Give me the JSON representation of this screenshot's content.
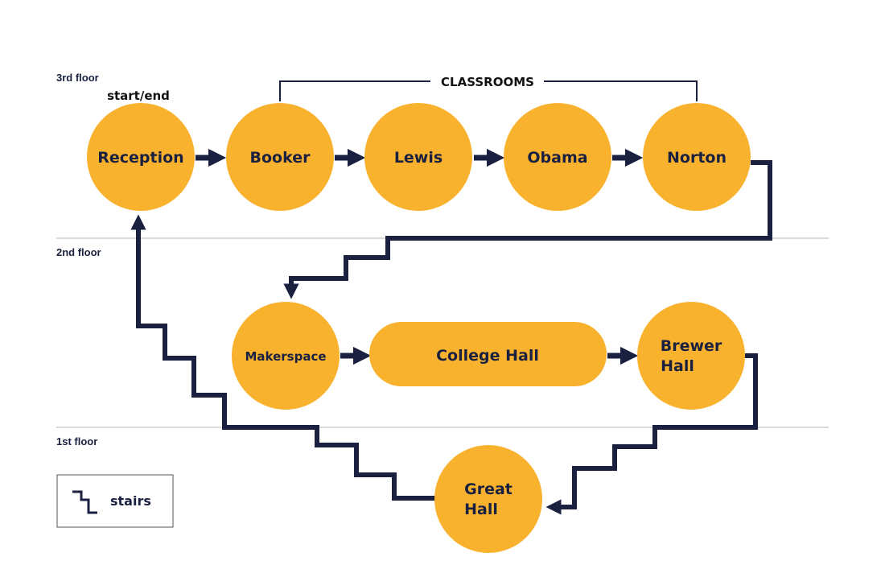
{
  "floors": {
    "third": "3rd floor",
    "second": "2nd floor",
    "first": "1st floor"
  },
  "start_end_label": "start/end",
  "group_label": "CLASSROOMS",
  "nodes": {
    "reception": "Reception",
    "booker": "Booker",
    "lewis": "Lewis",
    "obama": "Obama",
    "norton": "Norton",
    "makerspace": "Makerspace",
    "college_hall": "College Hall",
    "brewer_hall_line1": "Brewer",
    "brewer_hall_line2": "Hall",
    "great_hall_line1": "Great",
    "great_hall_line2": "Hall"
  },
  "legend": {
    "stairs_label": "stairs",
    "stairs_icon": "stairs-icon"
  },
  "colors": {
    "node_fill": "#F9B22E",
    "line": "#1A2140",
    "floor_divider": "#B5B5B5"
  }
}
